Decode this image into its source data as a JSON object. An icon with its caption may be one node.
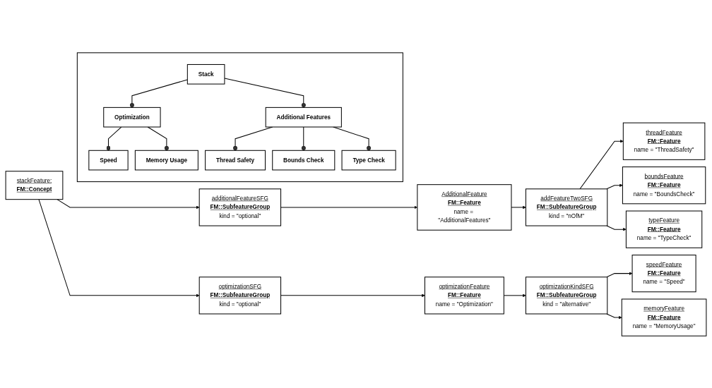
{
  "diagram": {
    "nodes": [
      {
        "text": [
          "additionalFeatureSFG",
          "FM::SubfeatureGroup",
          "kind = \"optional\""
        ]
      },
      {
        "text": [
          "AdditionalFeature",
          "FM::Feature",
          "name = \"AdditionalFeatures\""
        ]
      },
      {
        "text": [
          "addFeatureTwoSFG",
          "FM::SubfeatureGroup",
          "kind = \"nOfM\""
        ]
      },
      {
        "text": [
          "threadFeature",
          "FM::Feature",
          "name = \"ThreadSafety\""
        ]
      },
      {
        "text": [
          "boundsFeature",
          "FM::Feature",
          "name = \"BoundsCheck\""
        ]
      },
      {
        "text": [
          "typeFeature",
          "FM::Feature",
          "name = \"TypeCheck\""
        ]
      },
      {
        "text": [
          "stackFeature:",
          "FM::Concept"
        ]
      },
      {
        "text": [
          "optimizationSFG",
          "FM::SubfeatureGroup",
          "kind = \"optional\""
        ]
      },
      {
        "text": [
          "optimizationFeature",
          "FM::Feature",
          "name = \"Optimization\""
        ]
      },
      {
        "text": [
          "optimizationKindSFG",
          "FM::SubfeatureGroup",
          "kind = \"alternative\""
        ]
      },
      {
        "text": [
          "speedFeature",
          "FM::Feature",
          "name = \"Speed\""
        ]
      },
      {
        "text": [
          "memoryFeature",
          "FM::Feature",
          "name = \"MemoryUsage\""
        ]
      },
      {
        "text": [],
        "shape": "box"
      },
      {
        "text": [
          "Optimization"
        ],
        "in": 12
      },
      {
        "text": [
          "Stack"
        ],
        "in": 12
      },
      {
        "text": [
          "Additional Features"
        ],
        "in": 12
      },
      {
        "text": [
          "Speed"
        ],
        "in": 12
      },
      {
        "text": [
          "Memory Usage"
        ],
        "in": 12
      },
      {
        "text": [
          "Thread Safety"
        ],
        "in": 12
      },
      {
        "text": [
          "Bounds Check"
        ],
        "in": 12
      },
      {
        "text": [
          "Type Check"
        ],
        "in": 12
      }
    ],
    "edges": [
      {
        "from": 0,
        "to": 1,
        "arrow": "to"
      },
      {
        "from": 1,
        "to": 2,
        "arrow": "to"
      },
      {
        "from": 2,
        "to": 3,
        "arrow": "to"
      },
      {
        "from": 2,
        "to": 4,
        "arrow": "to"
      },
      {
        "from": 2,
        "to": 5,
        "arrow": "to"
      },
      {
        "from": 6,
        "to": 0,
        "arrow": "to"
      },
      {
        "from": 6,
        "to": 7,
        "arrow": "to"
      },
      {
        "from": 7,
        "to": 8,
        "arrow": "to"
      },
      {
        "from": 8,
        "to": 9,
        "arrow": "to"
      },
      {
        "from": 9,
        "to": 10,
        "arrow": "to"
      },
      {
        "from": 9,
        "to": 11,
        "arrow": "to"
      },
      {
        "from": 14,
        "to": 13,
        "arrow": "other"
      },
      {
        "from": 14,
        "to": 15,
        "arrow": "other"
      },
      {
        "from": 13,
        "to": 16,
        "arrow": "other"
      },
      {
        "from": 13,
        "to": 17,
        "arrow": "other"
      },
      {
        "from": 15,
        "to": 18,
        "arrow": "other"
      },
      {
        "from": 15,
        "to": 19,
        "arrow": "other"
      },
      {
        "from": 15,
        "to": 20,
        "arrow": "other"
      }
    ]
  }
}
